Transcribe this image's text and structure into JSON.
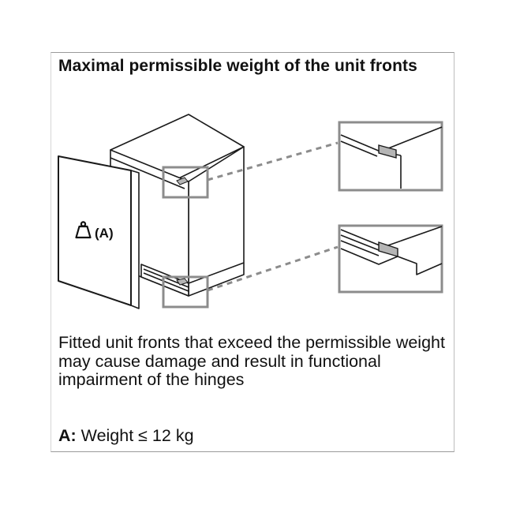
{
  "document": {
    "title": "Maximal permissible weight of the unit fronts",
    "description": "Fitted unit fronts that exceed the permissible weight may cause damage and result in functional impairment of the hinges",
    "spec_key": "A:",
    "spec_value": " Weight ≤ 12 kg"
  },
  "illustration": {
    "front_label": "(A)",
    "weight_icon": "weight-icon",
    "colors": {
      "outline": "#1a1a1a",
      "highlight_box": "#8c8c8c",
      "hinge": "#b5b5b5",
      "leader_line": "#8c8c8c"
    }
  }
}
